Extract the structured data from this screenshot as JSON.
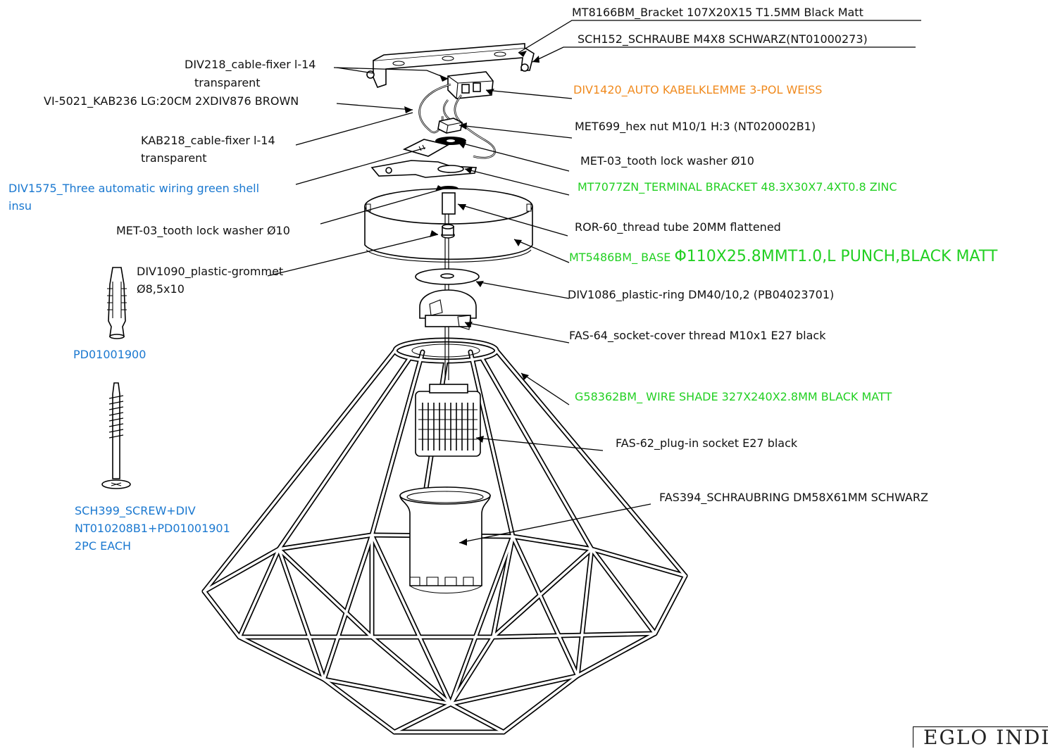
{
  "labels": {
    "bracket": "MT8166BM_Bracket 107X20X15 T1.5MM Black Matt",
    "screw": "SCH152_SCHRAUBE M4X8 SCHWARZ(NT01000273)",
    "cable_fixer_1a": "DIV218_cable-fixer l-14",
    "cable_fixer_1b": "transparent",
    "kabelklemme": "DIV1420_AUTO KABELKLEMME 3-POL WEISS",
    "cable": "VI-5021_KAB236 LG:20CM 2XDIV876 BROWN",
    "hex_nut": "MET699_hex nut M10/1 H:3 (NT020002B1)",
    "cable_fixer_2a": "KAB218_cable-fixer l-14",
    "cable_fixer_2b": "transparent",
    "washer_1": "MET-03_tooth lock washer Ø10",
    "wiring_a": "DIV1575_Three automatic wiring  green shell",
    "wiring_b": "insu",
    "terminal_bracket": "MT7077ZN_TERMINAL BRACKET 48.3X30X7.4XT0.8 ZINC",
    "washer_2": "MET-03_tooth lock washer Ø10",
    "thread_tube": "ROR-60_thread tube 20MM flattened",
    "base_prefix": "MT5486BM_ BASE ",
    "base_main": "Φ110X25.8MMT1.0,L PUNCH,BLACK MATT",
    "grommet_a": "DIV1090_plastic-grommet",
    "grommet_b": "Ø8,5x10",
    "plastic_ring": "DIV1086_plastic-ring DM40/10,2 (PB04023701)",
    "dowel": "PD01001900",
    "socket_cover": "FAS-64_socket-cover thread M10x1 E27 black",
    "wire_shade": "G58362BM_ WIRE SHADE 327X240X2.8MM BLACK MATT",
    "socket": "FAS-62_plug-in socket E27 black",
    "screw_set_a": "SCH399_SCREW+DIV",
    "screw_set_b": "NT010208B1+PD01001901",
    "screw_set_c": "2PC EACH",
    "schraubring": "FAS394_SCHRAUBRING DM58X61MM SCHWARZ",
    "title_block": "EGLO INDIA"
  },
  "colors": {
    "blue": "#1a78d0",
    "green": "#22d022",
    "orange": "#f08a1e",
    "line": "#000000"
  }
}
